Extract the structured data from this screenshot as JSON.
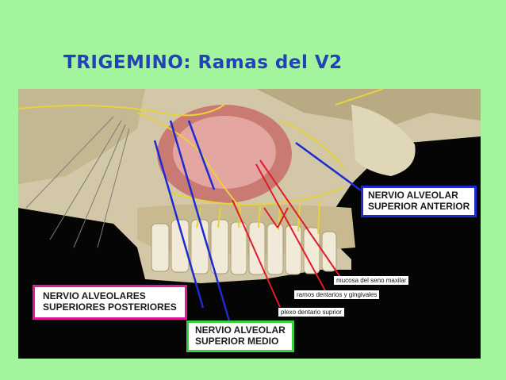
{
  "title": "TRIGEMINO: Ramas del V2",
  "labels": {
    "anterior": [
      "NERVIO ALVEOLAR",
      "SUPERIOR ANTERIOR"
    ],
    "posteriores": [
      "NERVIO ALVEOLARES",
      "SUPERIORES POSTERIORES"
    ],
    "medio": [
      "NERVIO ALVEOLAR",
      "SUPERIOR MEDIO"
    ],
    "mucosa": "mucosa del seno maxilar",
    "ramos": "ramos dentarios y gingivales",
    "plexo": "plexo dentario suprior"
  },
  "colors": {
    "background": "#a3f49c",
    "title": "#2243b5",
    "blue_pointer": "#1d2ad1",
    "red_pointer": "#e01b2a",
    "pink_border": "#e0199a",
    "green_border": "#37d23b"
  }
}
